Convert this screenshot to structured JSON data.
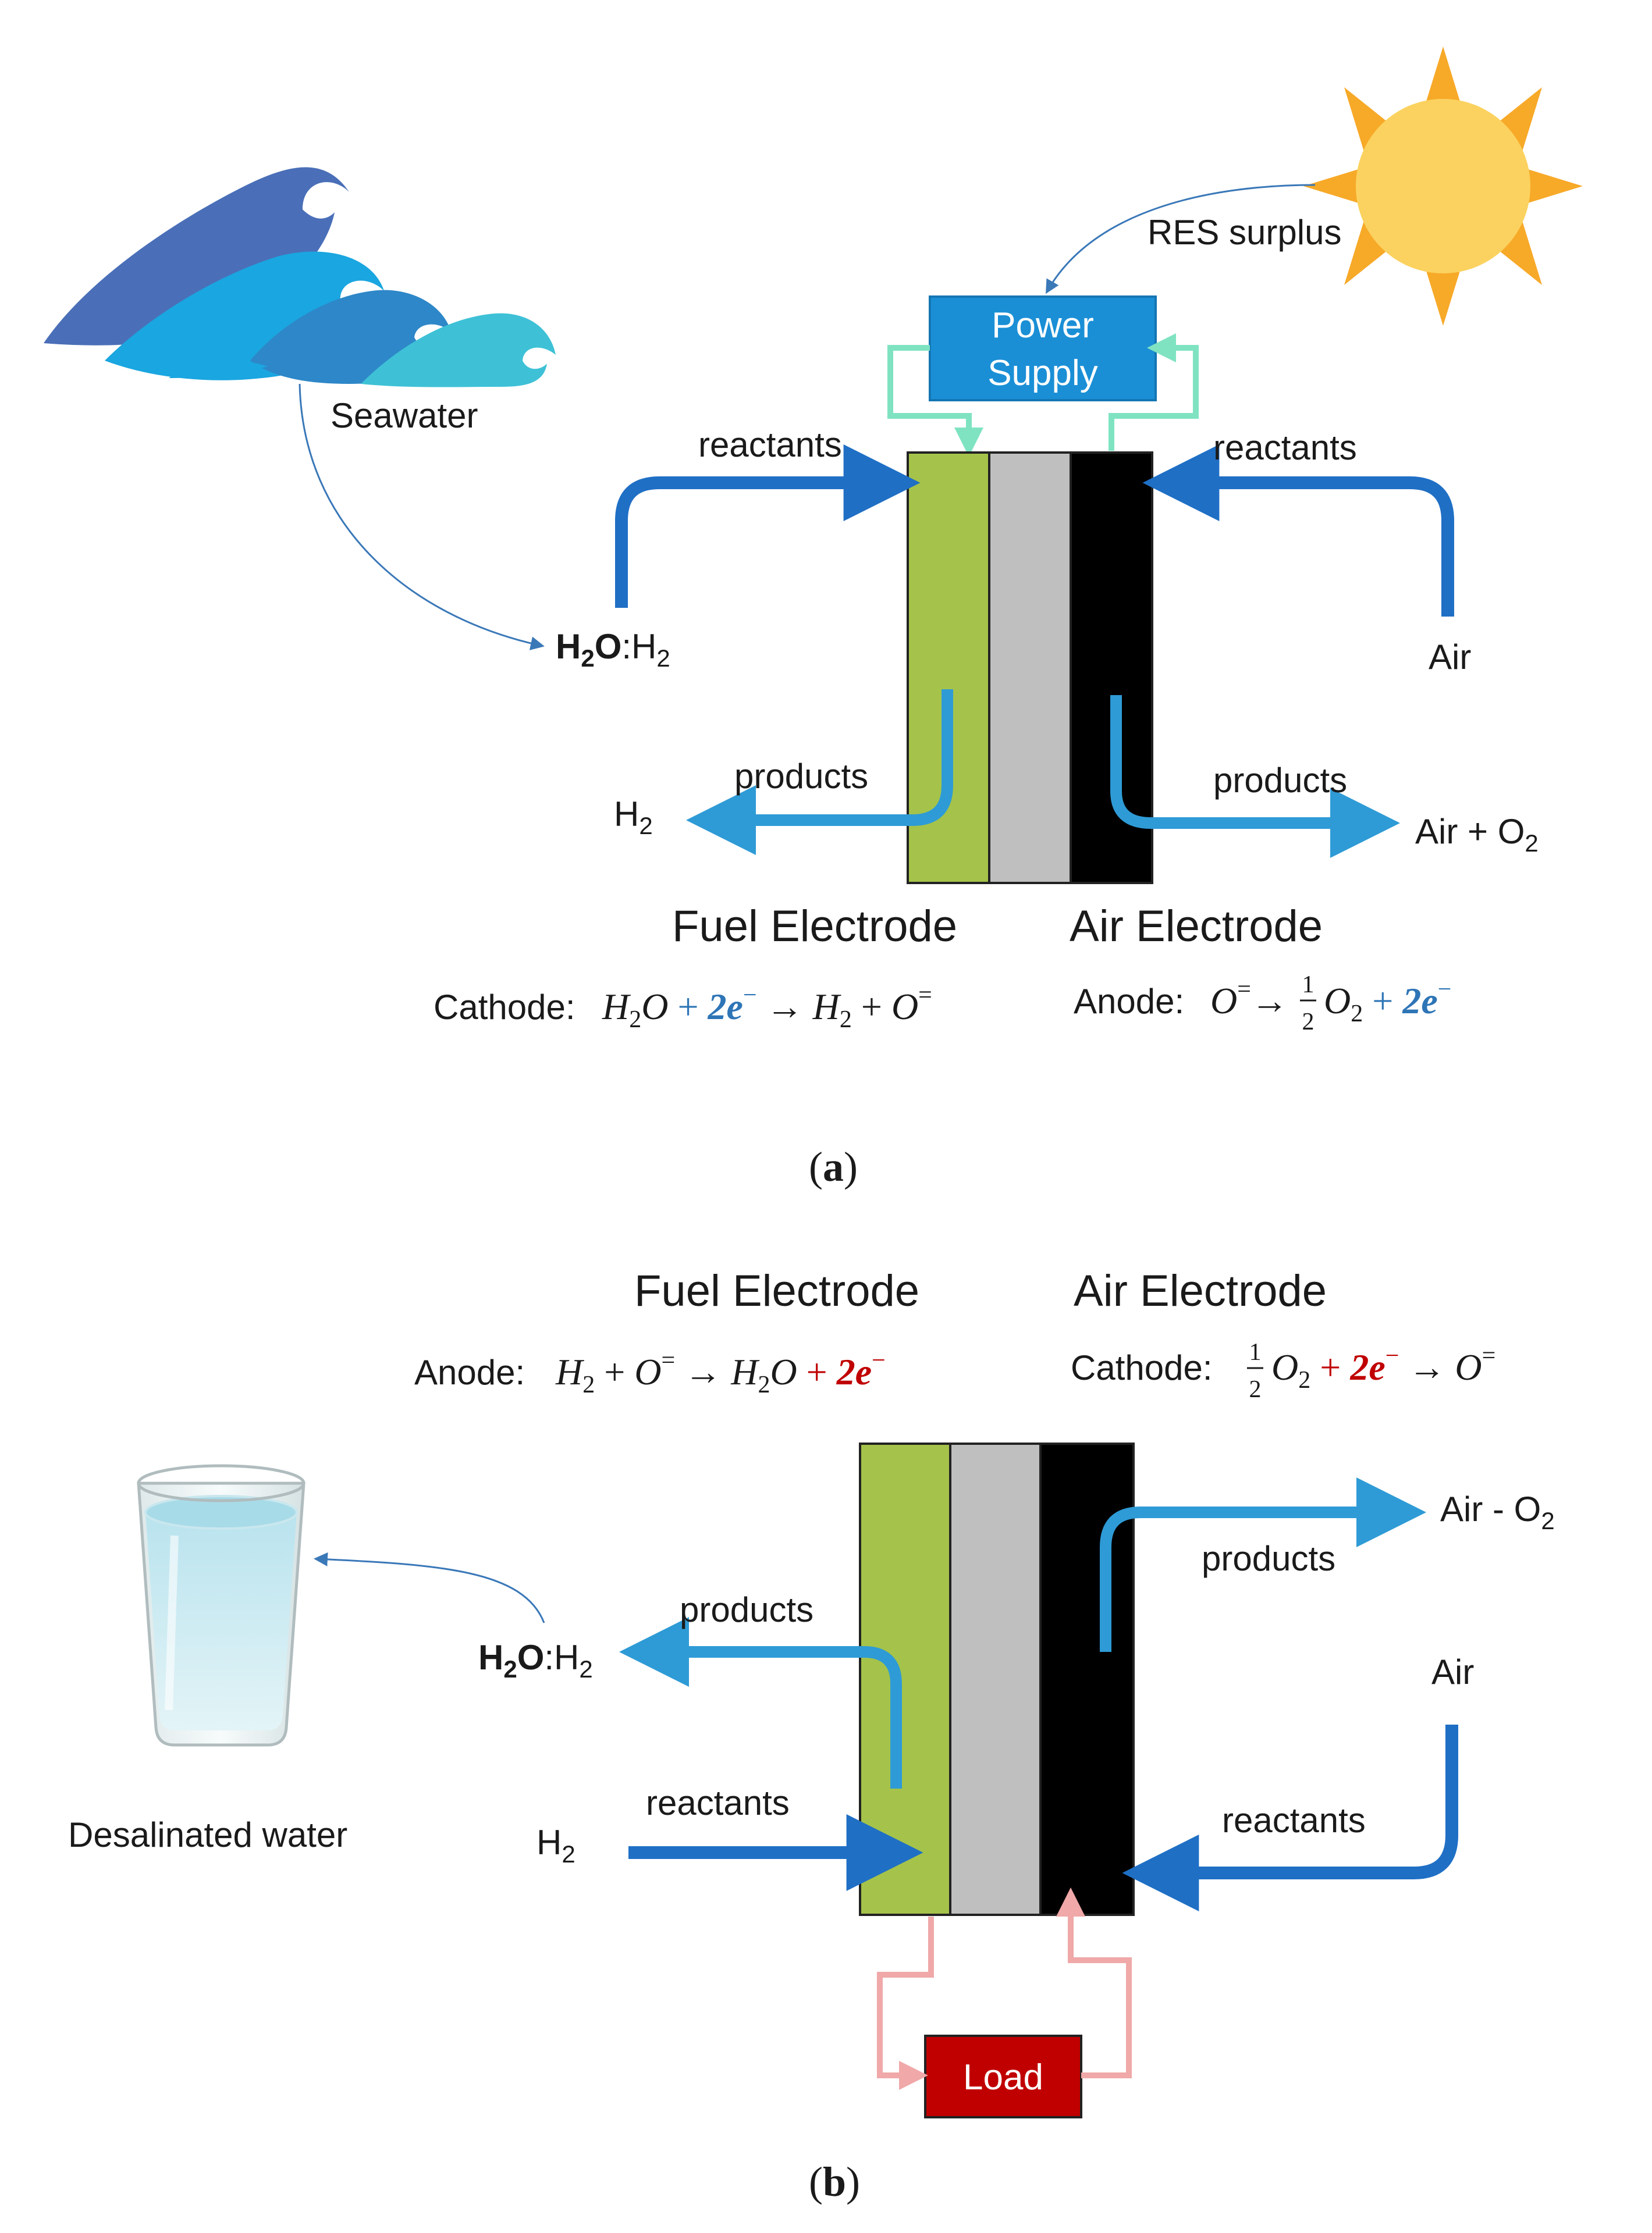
{
  "panel_a": {
    "label": "(a)",
    "seawater": "Seawater",
    "res_surplus": "RES surplus",
    "power_supply_line1": "Power",
    "power_supply_line2": "Supply",
    "reactants_left": "reactants",
    "reactants_right": "reactants",
    "products_left": "products",
    "products_right": "products",
    "h2o_h2_bold": "H",
    "h2o_h2_sub2": "2",
    "h2o_h2_bold_o": "O",
    "h2o_h2_rest": ":H",
    "h2o_h2_sub2b": "2",
    "h2_out": "H",
    "h2_out_sub": "2",
    "air_in": "Air",
    "air_o2_out": "Air + O",
    "air_o2_sub": "2",
    "fuel_electrode": "Fuel Electrode",
    "air_electrode": "Air Electrode",
    "cathode_label": "Cathode:",
    "anode_label": "Anode:",
    "electron_color": "#2e75b6"
  },
  "panel_b": {
    "label": "(b)",
    "fuel_electrode": "Fuel Electrode",
    "air_electrode": "Air Electrode",
    "anode_label": "Anode:",
    "cathode_label": "Cathode:",
    "desalinated_water": "Desalinated water",
    "products_left": "products",
    "products_right": "products",
    "reactants_left": "reactants",
    "reactants_right": "reactants",
    "h2o_h2_rest": ":H",
    "h2_in": "H",
    "air_in": "Air",
    "air_minus_o2": "Air - O",
    "load": "Load",
    "electron_color": "#c00000"
  },
  "colors": {
    "fuel_electrode": "#a5c34a",
    "electrolyte": "#bfbfbf",
    "air_electrode": "#000000",
    "power_supply": "#1a8fd6",
    "load": "#c00000",
    "reactant_arrow": "#1f6fc5",
    "product_arrow": "#2e9bd6",
    "power_wire": "#7fe3c2",
    "load_wire": "#f0a8a8"
  }
}
